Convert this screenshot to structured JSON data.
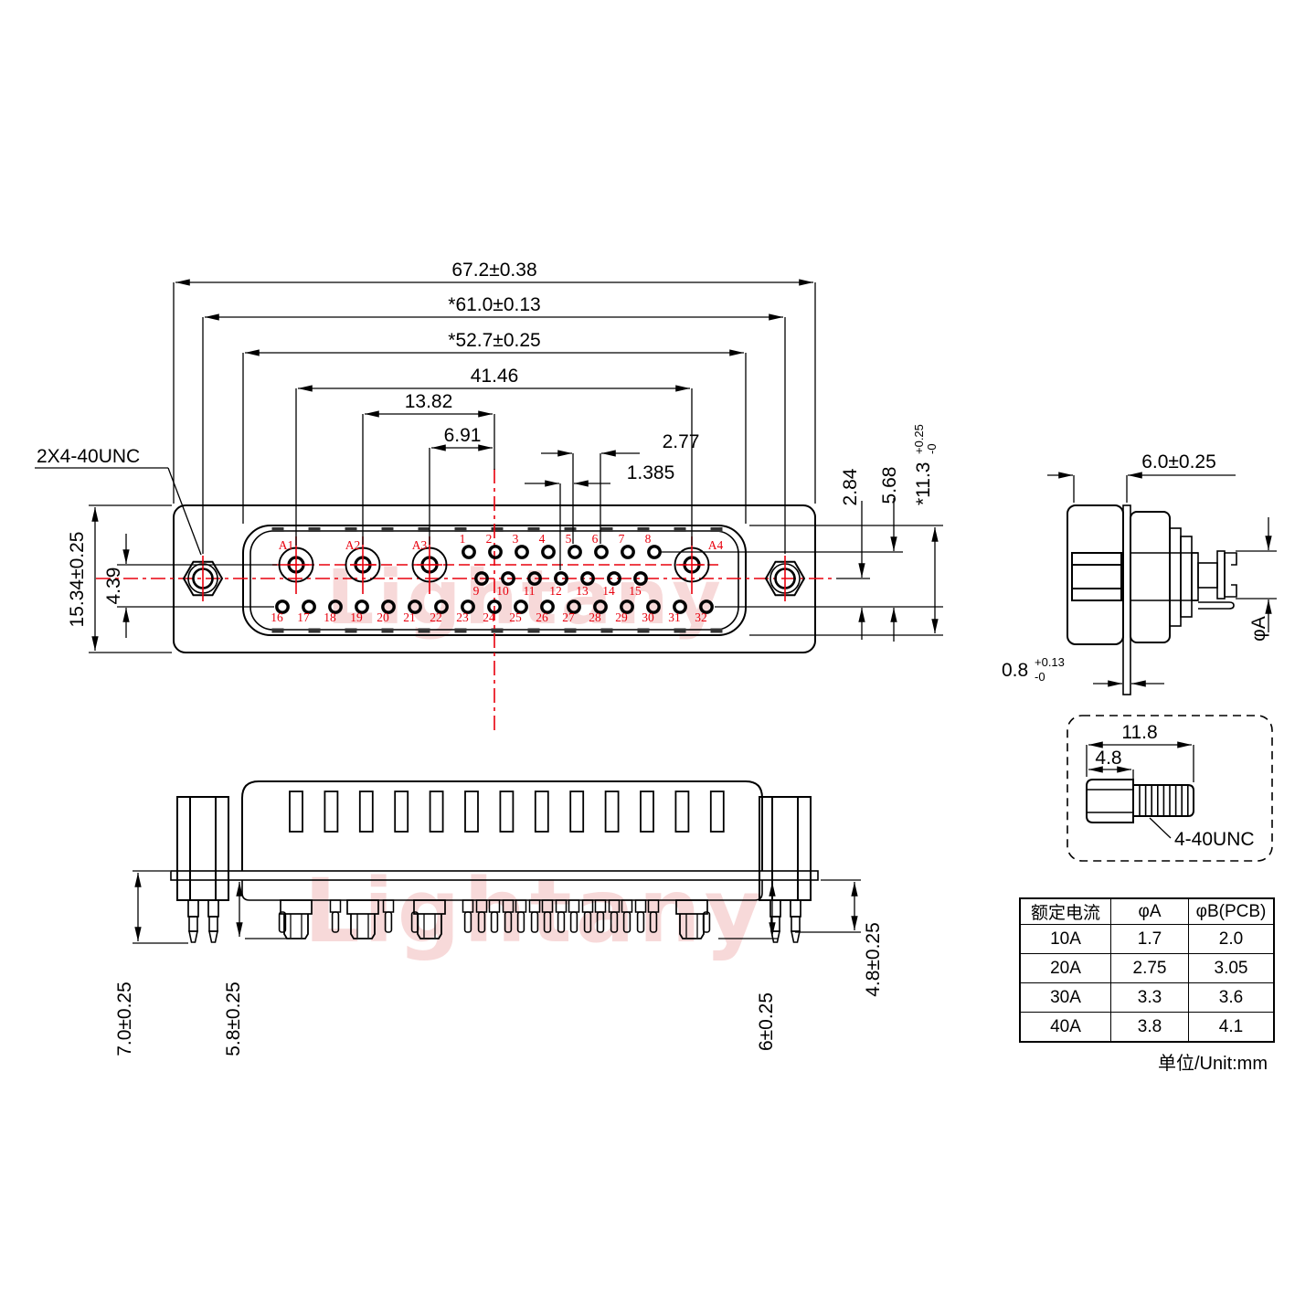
{
  "watermark": "Lightany",
  "front_view": {
    "thread_label": "2X4-40UNC",
    "dims": {
      "width_overall": "67.2±0.38",
      "width_mount_holes": "*61.0±0.13",
      "width_body": "*52.7±0.25",
      "width_coax_span": "41.46",
      "a2_to_center": "13.82",
      "a3_to_center": "6.91",
      "pin_pitch": "2.77",
      "row_stagger": "1.385",
      "flange_height": "15.34±0.25",
      "row_a_to_row3": "4.39",
      "row2_to_row3": "2.84",
      "row1_to_row3": "5.68",
      "body_height": {
        "main": "*11.3",
        "sup": "+0.25",
        "sub": "-0"
      }
    },
    "coax_labels": [
      "A1",
      "A2",
      "A3",
      "A4"
    ],
    "pins_row1": [
      "1",
      "2",
      "3",
      "4",
      "5",
      "6",
      "7",
      "8"
    ],
    "pins_row2": [
      "9",
      "10",
      "11",
      "12",
      "13",
      "14",
      "15"
    ],
    "pins_row3": [
      "16",
      "17",
      "18",
      "19",
      "20",
      "21",
      "22",
      "23",
      "24",
      "25",
      "26",
      "27",
      "28",
      "29",
      "30",
      "31",
      "32"
    ]
  },
  "side_view": {
    "mount_depth": "6.0±0.25",
    "plate_thickness": {
      "main": "0.8",
      "sup": "+0.13",
      "sub": "-0"
    },
    "contact_dia_label": "φA"
  },
  "bottom_view": {
    "screw_tail_len": "7.0±0.25",
    "coax_tail_len_left": "5.8±0.25",
    "coax_tail_len_right": "6±0.25",
    "signal_tail_len": "4.8±0.25"
  },
  "screw_detail": {
    "total_len": "11.8",
    "head_len": "4.8",
    "thread_label": "4-40UNC"
  },
  "table": {
    "headers": [
      "额定电流",
      "φA",
      "φB(PCB)"
    ],
    "rows": [
      [
        "10A",
        "1.7",
        "2.0"
      ],
      [
        "20A",
        "2.75",
        "3.05"
      ],
      [
        "30A",
        "3.3",
        "3.6"
      ],
      [
        "40A",
        "3.8",
        "4.1"
      ]
    ],
    "unit_note": "单位/Unit:mm"
  }
}
